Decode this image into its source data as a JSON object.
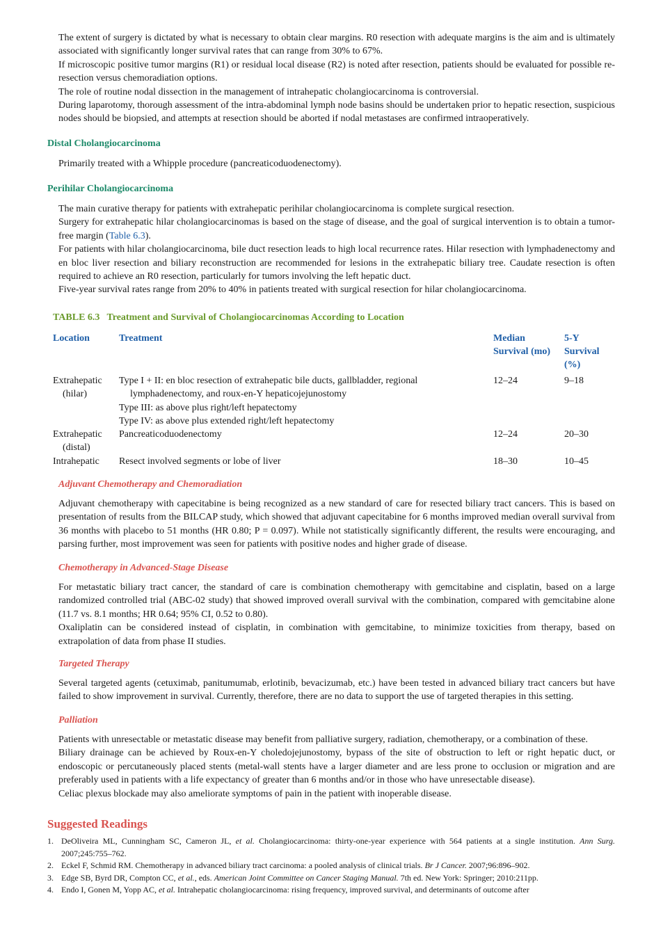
{
  "intro": {
    "p1": "The extent of surgery is dictated by what is necessary to obtain clear margins. R0 resection with adequate margins is the aim and is ultimately associated with significantly longer survival rates that can range from 30% to 67%.",
    "p2": "If microscopic positive tumor margins (R1) or residual local disease (R2) is noted after resection, patients should be evaluated for possible re-resection versus chemoradiation options.",
    "p3": "The role of routine nodal dissection in the management of intrahepatic cholangiocarcinoma is controversial.",
    "p4": "During laparotomy, thorough assessment of the intra-abdominal lymph node basins should be undertaken prior to hepatic resection, suspicious nodes should be biopsied, and attempts at resection should be aborted if nodal metastases are confirmed intraoperatively."
  },
  "distal": {
    "heading": "Distal Cholangiocarcinoma",
    "p1": "Primarily treated with a Whipple procedure (pancreaticoduodenectomy)."
  },
  "perihilar": {
    "heading": "Perihilar Cholangiocarcinoma",
    "p1": "The main curative therapy for patients with extrahepatic perihilar cholangiocarcinoma is complete surgical resection.",
    "p2_before": "Surgery for extrahepatic hilar cholangiocarcinomas is based on the stage of disease, and the goal of surgical intervention is to obtain a tumor-free margin (",
    "p2_link": "Table 6.3",
    "p2_after": ").",
    "p3": "For patients with hilar cholangiocarcinoma, bile duct resection leads to high local recurrence rates. Hilar resection with lymphadenectomy and en bloc liver resection and biliary reconstruction are recommended for lesions in the extrahepatic biliary tree. Caudate resection is often required to achieve an R0 resection, particularly for tumors involving the left hepatic duct.",
    "p4": "Five-year survival rates range from 20% to 40% in patients treated with surgical resection for hilar cholangiocarcinoma."
  },
  "table": {
    "number": "TABLE 6.3",
    "title": "Treatment and Survival of Cholangiocarcinomas According to Location",
    "headers": {
      "location": "Location",
      "treatment": "Treatment",
      "median_1": "Median",
      "median_2": "Survival (mo)",
      "fivey_1": "5-Y",
      "fivey_2": "Survival",
      "fivey_3": "(%)"
    },
    "rows": [
      {
        "location_1": "Extrahepatic",
        "location_2": "(hilar)",
        "treatment_1": "Type I + II: en bloc resection of extrahepatic bile ducts, gallbladder, regional lymphadenectomy, and roux-en-Y hepaticojejunostomy",
        "treatment_2": "Type III: as above plus right/left hepatectomy",
        "treatment_3": "Type IV: as above plus extended right/left hepatectomy",
        "median": "12–24",
        "fivey": "9–18"
      },
      {
        "location_1": "Extrahepatic",
        "location_2": "(distal)",
        "treatment_1": "Pancreaticoduodenectomy",
        "median": "12–24",
        "fivey": "20–30"
      },
      {
        "location_1": "Intrahepatic",
        "treatment_1": "Resect involved segments or lobe of liver",
        "median": "18–30",
        "fivey": "10–45"
      }
    ]
  },
  "adjuvant": {
    "heading": "Adjuvant Chemotherapy and Chemoradiation",
    "p1": "Adjuvant chemotherapy with capecitabine is being recognized as a new standard of care for resected biliary tract cancers. This is based on presentation of results from the BILCAP study, which showed that adjuvant capecitabine for 6 months improved median overall survival from 36 months with placebo to 51 months (HR 0.80; P = 0.097). While not statistically significantly different, the results were encouraging, and parsing further, most improvement was seen for patients with positive nodes and higher grade of disease."
  },
  "advanced": {
    "heading": "Chemotherapy in Advanced-Stage Disease",
    "p1": "For metastatic biliary tract cancer, the standard of care is combination chemotherapy with gemcitabine and cisplatin, based on a large randomized controlled trial (ABC-02 study) that showed improved overall survival with the combination, compared with gemcitabine alone (11.7 vs. 8.1 months; HR 0.64; 95% CI, 0.52 to 0.80).",
    "p2": "Oxaliplatin can be considered instead of cisplatin, in combination with gemcitabine, to minimize toxicities from therapy, based on extrapolation of data from phase II studies."
  },
  "targeted": {
    "heading": "Targeted Therapy",
    "p1": "Several targeted agents (cetuximab, panitumumab, erlotinib, bevacizumab, etc.) have been tested in advanced biliary tract cancers but have failed to show improvement in survival. Currently, therefore, there are no data to support the use of targeted therapies in this setting."
  },
  "palliation": {
    "heading": "Palliation",
    "p1": "Patients with unresectable or metastatic disease may benefit from palliative surgery, radiation, chemotherapy, or a combination of these.",
    "p2": "Biliary drainage can be achieved by Roux-en-Y choledojejunostomy, bypass of the site of obstruction to left or right hepatic duct, or endoscopic or percutaneously placed stents (metal-wall stents have a larger diameter and are less prone to occlusion or migration and are preferably used in patients with a life expectancy of greater than 6 months and/or in those who have unresectable disease).",
    "p3": "Celiac plexus blockade may also ameliorate symptoms of pain in the patient with inoperable disease."
  },
  "suggested": {
    "heading": "Suggested Readings",
    "refs": [
      {
        "num": "1.",
        "a": "DeOliveira ML, Cunningham SC, Cameron JL, ",
        "i": "et al.",
        "b": " Cholangiocarcinoma: thirty-one-year experience with 564 patients at a single institution. ",
        "j": "Ann Surg.",
        "c": " 2007;245:755–762."
      },
      {
        "num": "2.",
        "a": "Eckel F, Schmid RM. Chemotherapy in advanced biliary tract carcinoma: a pooled analysis of clinical trials. ",
        "i": "Br J Cancer.",
        "b": " 2007;96:896–902."
      },
      {
        "num": "3.",
        "a": "Edge SB, Byrd DR, Compton CC, ",
        "i": "et al.",
        "b": ", eds. ",
        "j": "American Joint Committee on Cancer Staging Manual.",
        "c": " 7th ed. New York: Springer; 2010:211pp."
      },
      {
        "num": "4.",
        "a": "Endo I, Gonen M, Yopp AC, ",
        "i": "et al.",
        "b": " Intrahepatic cholangiocarcinoma: rising frequency, improved survival, and determinants of outcome after"
      }
    ]
  }
}
